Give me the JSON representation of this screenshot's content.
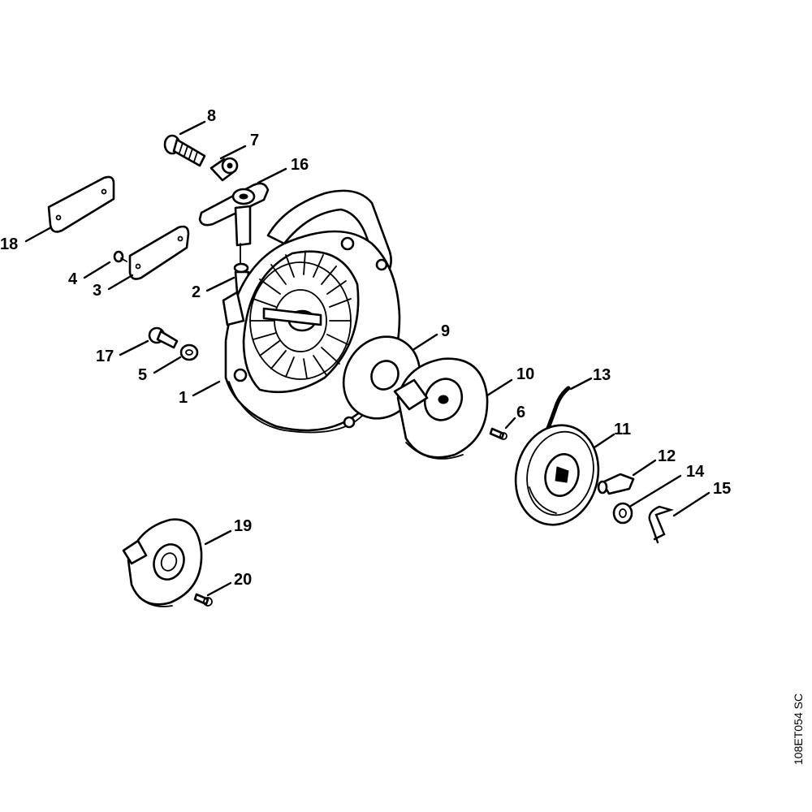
{
  "callouts": {
    "c1": "1",
    "c2": "2",
    "c3": "3",
    "c4": "4",
    "c5": "5",
    "c6": "6",
    "c7": "7",
    "c8": "8",
    "c9": "9",
    "c10": "10",
    "c11": "11",
    "c12": "12",
    "c13": "13",
    "c14": "14",
    "c15": "15",
    "c16": "16",
    "c17": "17",
    "c18": "18",
    "c19": "19",
    "c20": "20"
  },
  "reference_code": "108ET054 SC",
  "colors": {
    "line": "#000000",
    "background": "#ffffff"
  }
}
